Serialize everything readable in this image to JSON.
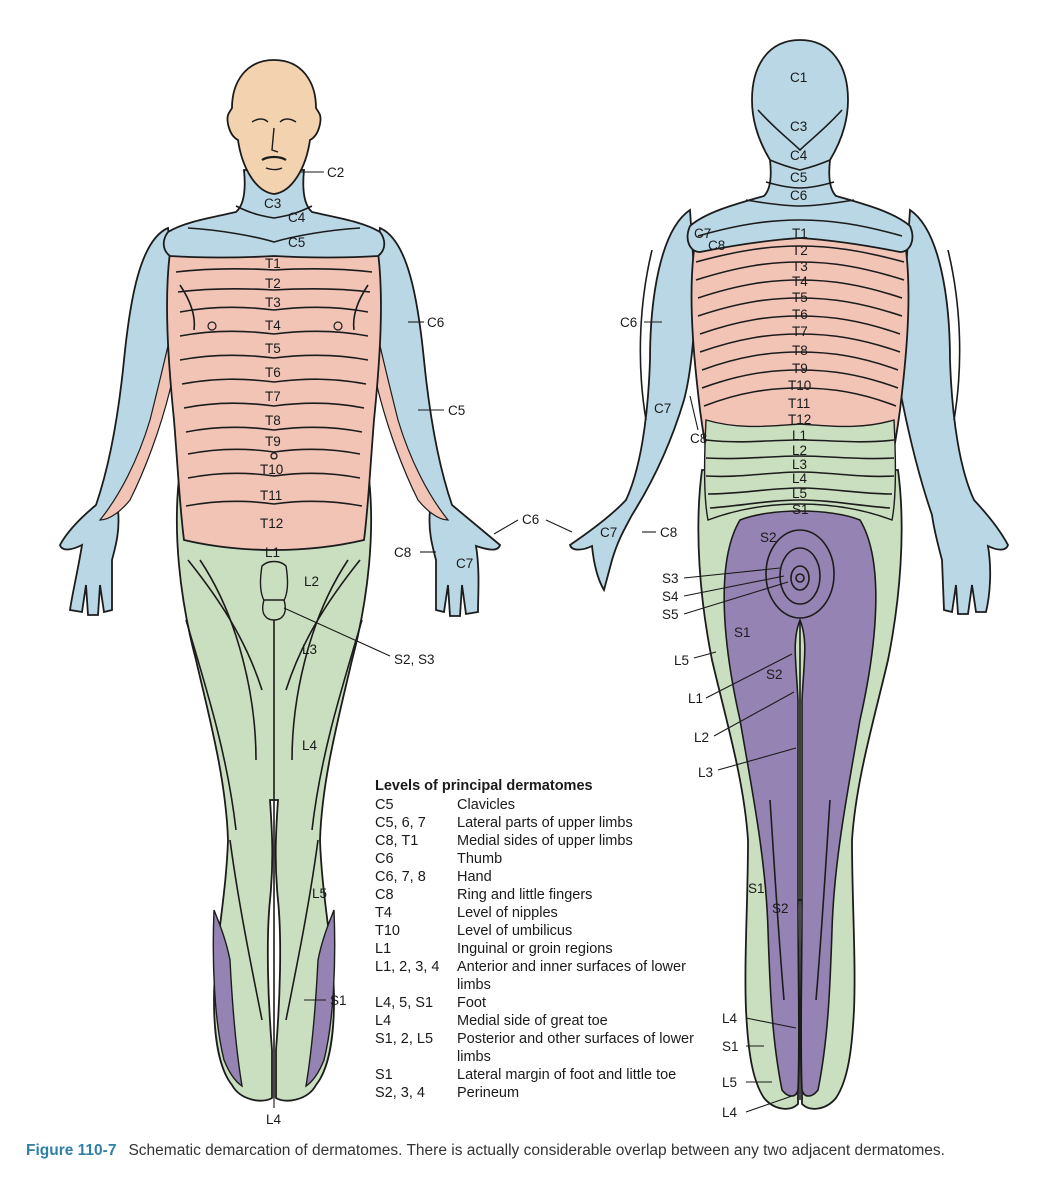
{
  "colors": {
    "cervical": "#b9d7e4",
    "thoracic": "#f1c4b6",
    "lumbar": "#cadfbf",
    "sacral": "#9584b3",
    "skin": "#f3d2b0",
    "outline": "#1c1c1c",
    "caption_accent": "#2f7fa8"
  },
  "front": {
    "labels": {
      "c2": "C2",
      "c3": "C3",
      "c4": "C4",
      "c5": "C5",
      "t1": "T1",
      "t2": "T2",
      "t3": "T3",
      "t4": "T4",
      "t5": "T5",
      "t6": "T6",
      "t7": "T7",
      "t8": "T8",
      "t9": "T9",
      "t10": "T10",
      "t11": "T11",
      "t12": "T12",
      "c6_arm": "C6",
      "c5_arm": "C5",
      "c6_hand": "C6",
      "c8_hand": "C8",
      "c7_hand": "C7",
      "l1": "L1",
      "l2": "L2",
      "l3": "L3",
      "l4": "L4",
      "l5": "L5",
      "s2s3": "S2, S3",
      "s1": "S1",
      "l4_foot": "L4"
    }
  },
  "back": {
    "labels": {
      "c1": "C1",
      "c3": "C3",
      "c4": "C4",
      "c5": "C5",
      "c6": "C6",
      "c7_shoulder": "C7",
      "c8_shoulder": "C8",
      "t1": "T1",
      "t2": "T2",
      "t3": "T3",
      "t4": "T4",
      "t5": "T5",
      "t6": "T6",
      "t7": "T7",
      "t8": "T8",
      "t9": "T9",
      "t10": "T10",
      "t11": "T11",
      "t12": "T12",
      "l1": "L1",
      "l2": "L2",
      "l3": "L3",
      "l4": "L4",
      "l5": "L5",
      "s1_top": "S1",
      "c6_arm": "C6",
      "c7_arm": "C7",
      "c8_arm": "C8",
      "c7_hand": "C7",
      "c8_hand": "C8",
      "s2": "S2",
      "s3": "S3",
      "s4": "S4",
      "s5": "S5",
      "s1_thigh": "S1",
      "l5_thigh": "L5",
      "s2_thigh": "S2",
      "l1_leg": "L1",
      "l2_leg": "L2",
      "l3_leg": "L3",
      "s1_calf": "S1",
      "s2_calf": "S2",
      "l4_ankle": "L4",
      "s1_ankle": "S1",
      "l5_ankle": "L5",
      "l4_heel": "L4"
    }
  },
  "legend": {
    "title": "Levels of principal dermatomes",
    "rows": [
      {
        "level": "C5",
        "desc": "Clavicles"
      },
      {
        "level": "C5, 6, 7",
        "desc": "Lateral parts of upper limbs"
      },
      {
        "level": "C8, T1",
        "desc": "Medial sides of upper limbs"
      },
      {
        "level": "C6",
        "desc": "Thumb"
      },
      {
        "level": "C6, 7, 8",
        "desc": "Hand"
      },
      {
        "level": "C8",
        "desc": "Ring and little fingers"
      },
      {
        "level": "T4",
        "desc": "Level of nipples"
      },
      {
        "level": "T10",
        "desc": "Level of umbilicus"
      },
      {
        "level": "L1",
        "desc": "Inguinal or groin regions"
      },
      {
        "level": "L1, 2, 3, 4",
        "desc": "Anterior and inner surfaces of lower limbs"
      },
      {
        "level": "L4, 5, S1",
        "desc": "Foot"
      },
      {
        "level": "L4",
        "desc": "Medial side of great toe"
      },
      {
        "level": "S1, 2, L5",
        "desc": "Posterior and other surfaces of lower limbs"
      },
      {
        "level": "S1",
        "desc": "Lateral margin of foot and little toe"
      },
      {
        "level": "S2, 3, 4",
        "desc": "Perineum"
      }
    ]
  },
  "caption": {
    "number": "Figure 110-7",
    "text": "Schematic demarcation of dermatomes. There is actually considerable overlap between any two adjacent dermatomes."
  }
}
